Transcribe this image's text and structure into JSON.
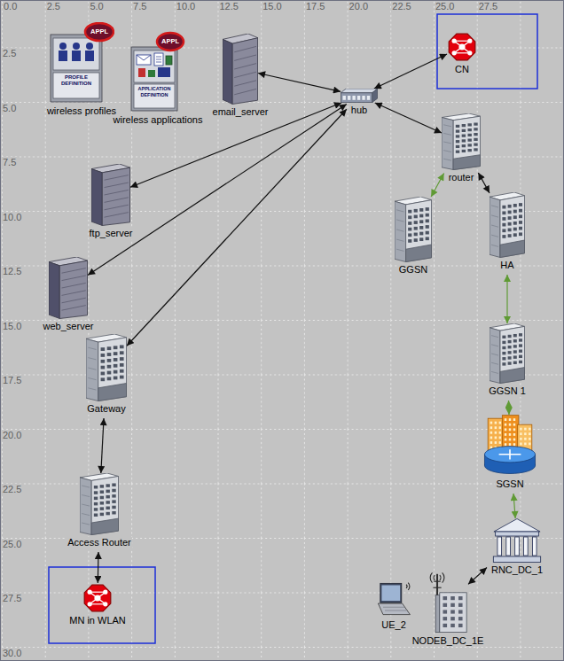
{
  "diagram": {
    "nodes": [
      {
        "text": [
          "APPL",
          "PROFILE DEFINITION",
          "wireless profiles"
        ]
      },
      {
        "text": [
          "APPL",
          "APPLICATION DEFINITION",
          "wireless applications"
        ]
      },
      {
        "text": [
          "email_server"
        ]
      },
      {
        "text": [
          "hub"
        ]
      },
      {
        "text": [
          "CN"
        ]
      },
      {
        "text": [
          "router"
        ]
      },
      {
        "text": [
          "ftp_server"
        ]
      },
      {
        "text": [
          "GGSN"
        ]
      },
      {
        "text": [
          "HA"
        ]
      },
      {
        "text": [
          "web_server"
        ]
      },
      {
        "text": [
          "Gateway"
        ]
      },
      {
        "text": [
          "GGSN 1"
        ]
      },
      {
        "text": [
          "SGSN"
        ]
      },
      {
        "text": [
          "Access Router"
        ]
      },
      {
        "text": [
          "RNC_DC_1"
        ]
      },
      {
        "text": [
          "MN in WLAN"
        ]
      },
      {
        "text": [
          "UE_2"
        ]
      },
      {
        "text": [
          "NODEB_DC_1E"
        ]
      }
    ],
    "edges": [
      {
        "from": 2,
        "to": 3,
        "arrow": "both"
      },
      {
        "from": 3,
        "to": 4,
        "arrow": "both"
      },
      {
        "from": 3,
        "to": 6,
        "arrow": "both"
      },
      {
        "from": 3,
        "to": 9,
        "arrow": "both"
      },
      {
        "from": 3,
        "to": 10,
        "arrow": "both"
      },
      {
        "from": 3,
        "to": 5,
        "arrow": "both"
      },
      {
        "from": 5,
        "to": 7,
        "arrow": "both"
      },
      {
        "from": 5,
        "to": 8,
        "arrow": "both"
      },
      {
        "from": 8,
        "to": 11,
        "arrow": "both"
      },
      {
        "from": 11,
        "to": 12,
        "arrow": "both"
      },
      {
        "from": 12,
        "to": 14,
        "arrow": "both"
      },
      {
        "from": 14,
        "to": 17,
        "arrow": "both"
      },
      {
        "from": 10,
        "to": 13,
        "arrow": "both"
      },
      {
        "from": 13,
        "to": 15,
        "arrow": "both"
      }
    ],
    "labels": [
      "0.0",
      "2.5",
      "5.0",
      "7.5",
      "10.0",
      "12.5",
      "15.0",
      "17.5",
      "20.0",
      "22.5",
      "25.0",
      "27.5",
      "2.5",
      "5.0",
      "7.5",
      "10.0",
      "12.5",
      "15.0",
      "17.5",
      "20.0",
      "22.5",
      "25.0",
      "27.5",
      "30.0"
    ]
  }
}
